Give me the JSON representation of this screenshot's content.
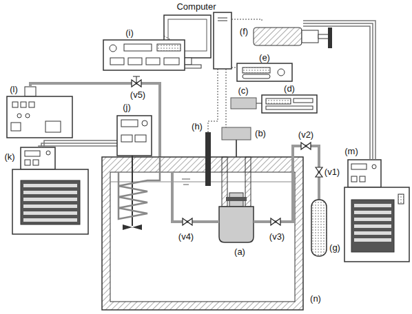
{
  "diagram": {
    "labels": [
      "Computer",
      "(i)",
      "(f)",
      "(e)",
      "(c)",
      "(d)",
      "(l)",
      "(v5)",
      "(j)",
      "(b)",
      "(h)",
      "(k)",
      "(v2)",
      "(m)",
      "(v1)",
      "(a)",
      "(v4)",
      "(v3)",
      "(g)",
      "(n)"
    ]
  }
}
